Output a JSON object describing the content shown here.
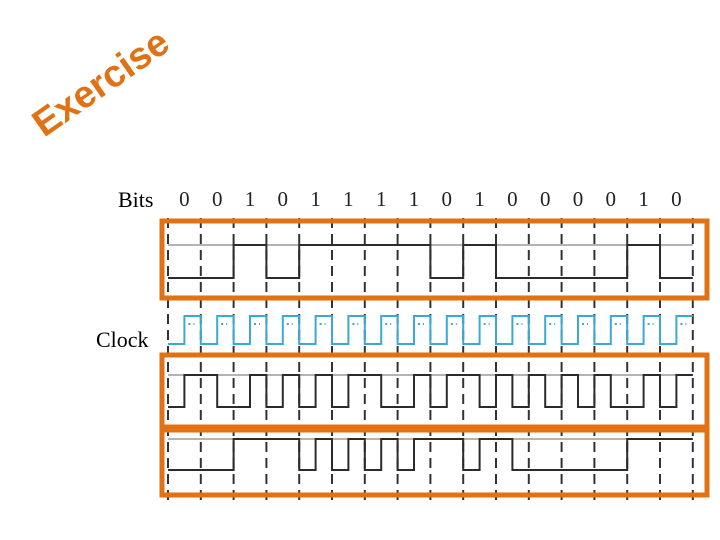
{
  "title": {
    "text": "Exercise",
    "color": "#e07214"
  },
  "labels": {
    "bits": "Bits",
    "clock": "Clock"
  },
  "bits": [
    "0",
    "0",
    "1",
    "0",
    "1",
    "1",
    "1",
    "1",
    "0",
    "1",
    "0",
    "0",
    "0",
    "0",
    "1",
    "0"
  ],
  "colors": {
    "frame": "#e07214",
    "clock": "#3aa9d6",
    "signal": "#2b2b2b",
    "grid": "#333333"
  },
  "waveforms": {
    "row1": [
      0,
      0,
      1,
      0,
      1,
      1,
      1,
      1,
      0,
      1,
      0,
      0,
      0,
      0,
      1,
      0
    ],
    "row2_half_levels": [
      0,
      1,
      1,
      0,
      0,
      1,
      0,
      1,
      0,
      1,
      0,
      1,
      1,
      0,
      0,
      1,
      0,
      1,
      1,
      0,
      1,
      0,
      1,
      0,
      1,
      0,
      1,
      0,
      0,
      1,
      0,
      1
    ],
    "row3_half_levels": [
      0,
      0,
      0,
      0,
      1,
      1,
      1,
      1,
      0,
      1,
      0,
      1,
      0,
      1,
      0,
      1,
      1,
      1,
      0,
      1,
      1,
      0,
      0,
      0,
      0,
      0,
      0,
      0,
      1,
      1,
      1,
      1
    ]
  }
}
